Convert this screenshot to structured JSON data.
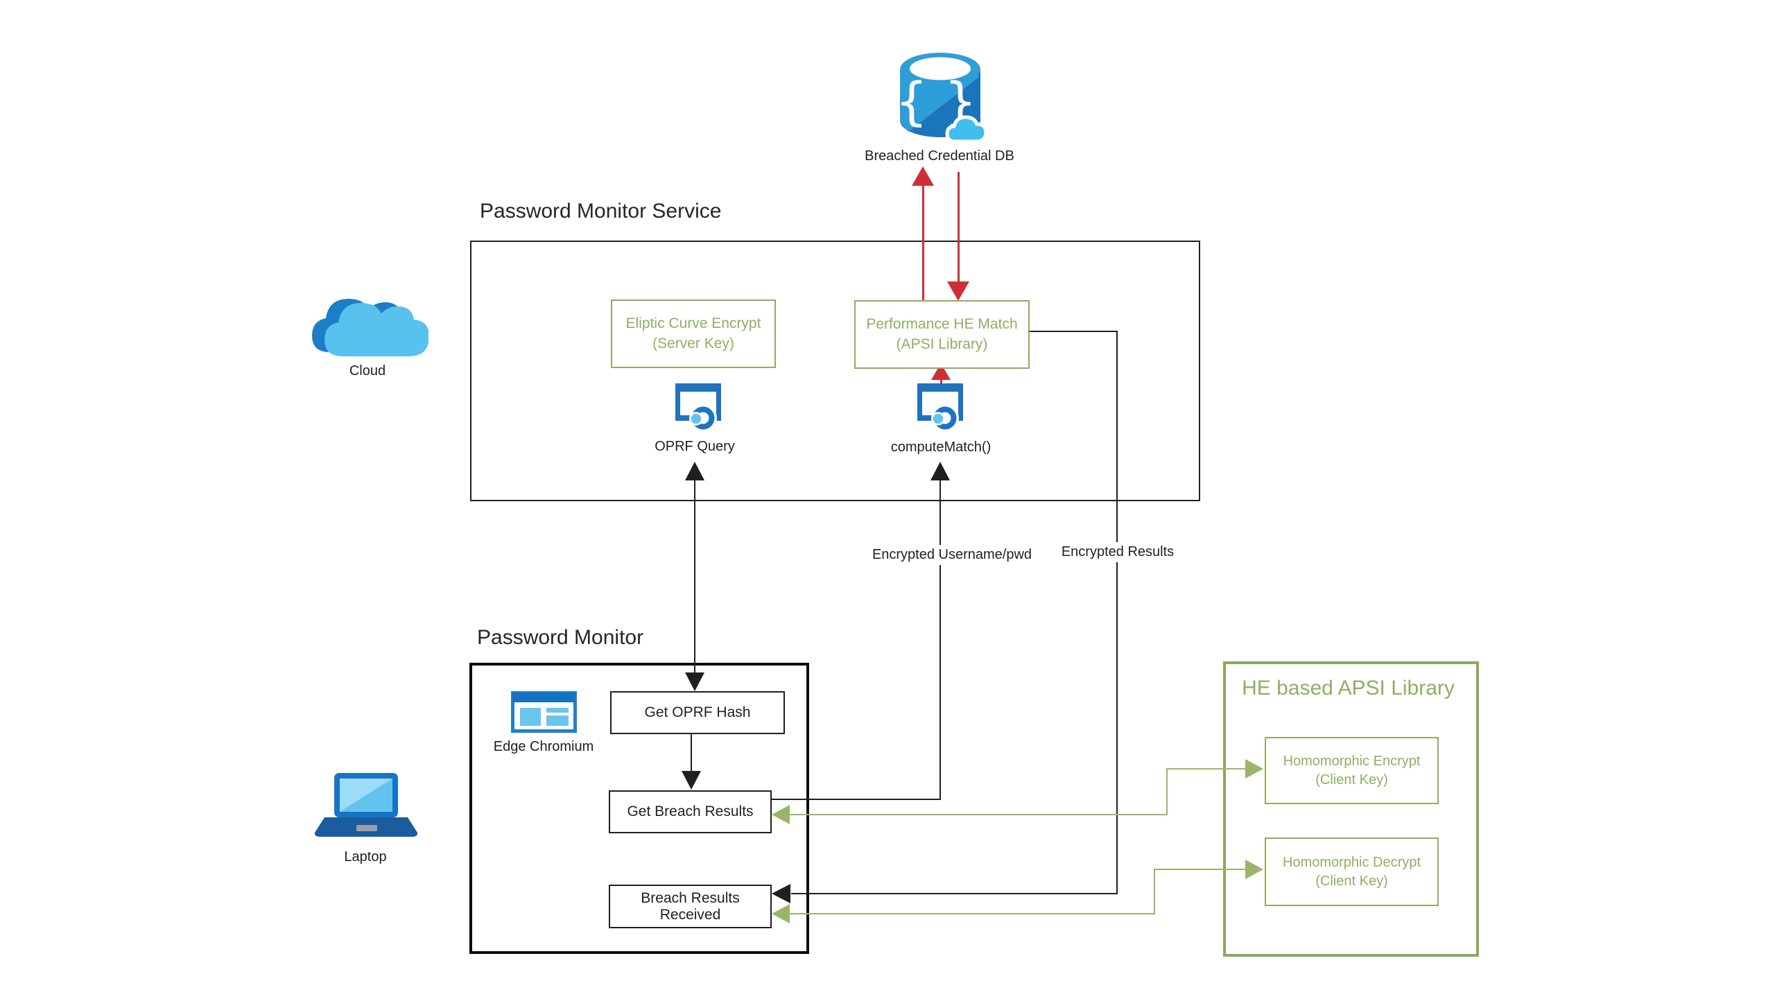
{
  "titles": {
    "service": "Password Monitor Service",
    "monitor": "Password Monitor",
    "library": "HE based APSI Library"
  },
  "nodes": {
    "breached_db": "Breached Credential DB",
    "cloud": "Cloud",
    "laptop": "Laptop",
    "edge_chromium": "Edge Chromium",
    "oprf_query": "OPRF Query",
    "compute_match": "computeMatch()"
  },
  "service_boxes": {
    "eliptic": {
      "line1": "Eliptic Curve Encrypt",
      "line2": "(Server Key)"
    },
    "he_match": {
      "line1": "Performance HE Match",
      "line2": "(APSI Library)"
    }
  },
  "monitor_steps": {
    "get_oprf_hash": "Get OPRF Hash",
    "get_breach_results": "Get Breach Results",
    "breach_results_received": "Breach Results Received"
  },
  "library_boxes": {
    "encrypt": {
      "line1": "Homomorphic Encrypt",
      "line2": "(Client Key)"
    },
    "decrypt": {
      "line1": "Homomorphic Decrypt",
      "line2": "(Client Key)"
    }
  },
  "flow_labels": {
    "encrypted_username": "Encrypted Username/pwd",
    "encrypted_results": "Encrypted Results"
  },
  "colors": {
    "accent_green": "#8fae62",
    "accent_red": "#ce2f36",
    "line_black": "#1f1f1f",
    "icon_blue_dark": "#1b75bb",
    "icon_blue": "#2f9ed8",
    "icon_blue_light": "#62c4ee"
  }
}
